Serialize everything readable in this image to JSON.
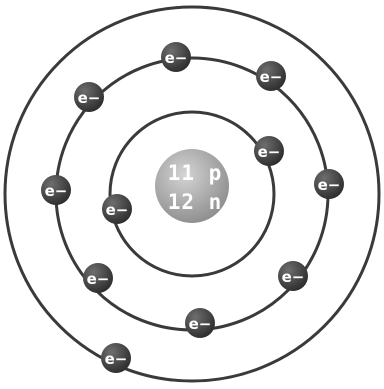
{
  "nucleus": {
    "protons_label": "11 p",
    "neutrons_label": "12 n"
  },
  "electron_label": "e−",
  "shells": [
    {
      "name": "shell-1",
      "electron_count": 2
    },
    {
      "name": "shell-2",
      "electron_count": 8
    },
    {
      "name": "shell-3",
      "electron_count": 1
    }
  ],
  "colors": {
    "shell_stroke": "#3a3a3a",
    "electron_dark": "#2c2c2c",
    "electron_light": "#6e6e6e",
    "nucleus_light": "#d4d4d4",
    "nucleus_dark": "#8c8c8c",
    "label_text": "#ffffff"
  }
}
